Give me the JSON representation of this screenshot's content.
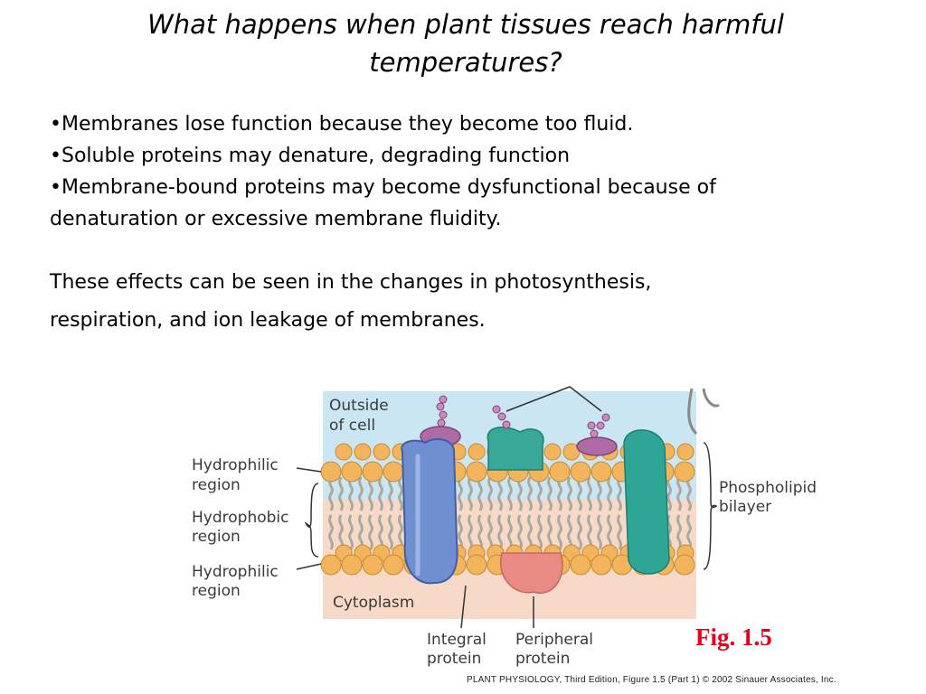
{
  "slide": {
    "title_line1": "What happens when plant tissues reach harmful",
    "title_line2": "temperatures?",
    "bullets": [
      "•Membranes lose function because they become too fluid.",
      "•Soluble proteins may denature, degrading function",
      "•Membrane-bound proteins may become dysfunctional because of",
      "denaturation or excessive membrane fluidity."
    ],
    "effects_line1": "These effects can be seen in the changes in photosynthesis,",
    "effects_line2": "respiration, and ion leakage of membranes."
  },
  "figure": {
    "outside_line1": "Outside",
    "outside_line2": "of cell",
    "cytoplasm": "Cytoplasm",
    "hydrophilic_top_line1": "Hydrophilic",
    "hydrophilic_top_line2": "region",
    "hydrophobic_line1": "Hydrophobic",
    "hydrophobic_line2": "region",
    "hydrophilic_bottom_line1": "Hydrophilic",
    "hydrophilic_bottom_line2": "region",
    "phospholipid_line1": "Phospholipid",
    "phospholipid_line2": "bilayer",
    "integral_line1": "Integral",
    "integral_line2": "protein",
    "peripheral_line1": "Peripheral",
    "peripheral_line2": "protein",
    "fig_label": "Fig. 1.5",
    "credit": "PLANT PHYSIOLOGY, Third Edition, Figure 1.5 (Part 1)  © 2002 Sinauer Associates, Inc."
  },
  "colors": {
    "outside_bg": "#c9e6f2",
    "cytoplasm_bg": "#f6d9c6",
    "head": "#f2b45c",
    "tail": "#b8b8b0",
    "integral_protein": "#6f8fd0",
    "peripheral_protein": "#e98b84",
    "glycoprotein": "#3aa898",
    "glyco_purple": "#b06aa6",
    "fig_label": "#e8001b"
  }
}
